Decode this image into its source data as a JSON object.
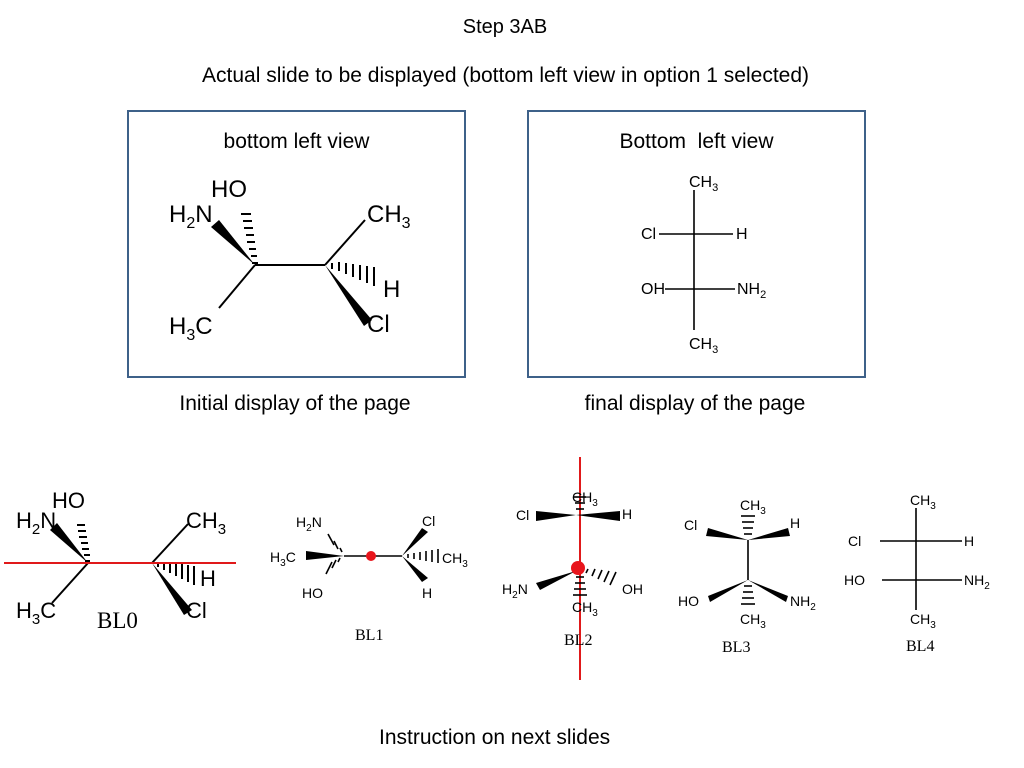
{
  "title": "Step 3AB",
  "subtitle": "Actual slide to be displayed (bottom left view in option 1 selected)",
  "panels": [
    {
      "heading": "bottom left view",
      "caption": "Initial display of the page"
    },
    {
      "heading": "Bottom  left view",
      "caption": "final display of the page"
    }
  ],
  "footer": "Instruction on next slides",
  "structure_labels": [
    "BL0",
    "BL1",
    "BL2",
    "BL3",
    "BL4"
  ],
  "accent_colors": {
    "panel_border": "#3e6189",
    "guide_line": "#e0191a",
    "marker_dot": "#e8151c"
  }
}
